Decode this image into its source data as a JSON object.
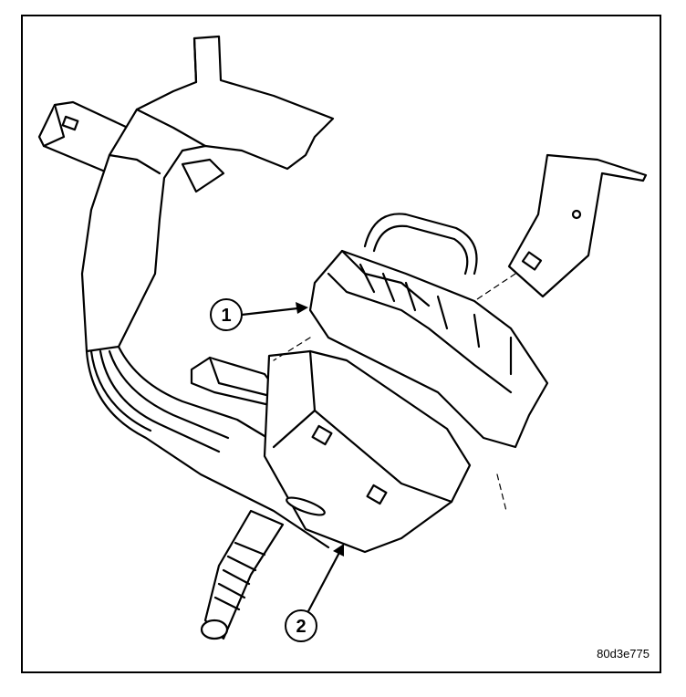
{
  "figure": {
    "reference_code": "80d3e775",
    "callouts": [
      {
        "number": "1",
        "target": "connector"
      },
      {
        "number": "2",
        "target": "wire-harness"
      }
    ]
  },
  "colors": {
    "ink": "#000000",
    "paper": "#ffffff"
  }
}
